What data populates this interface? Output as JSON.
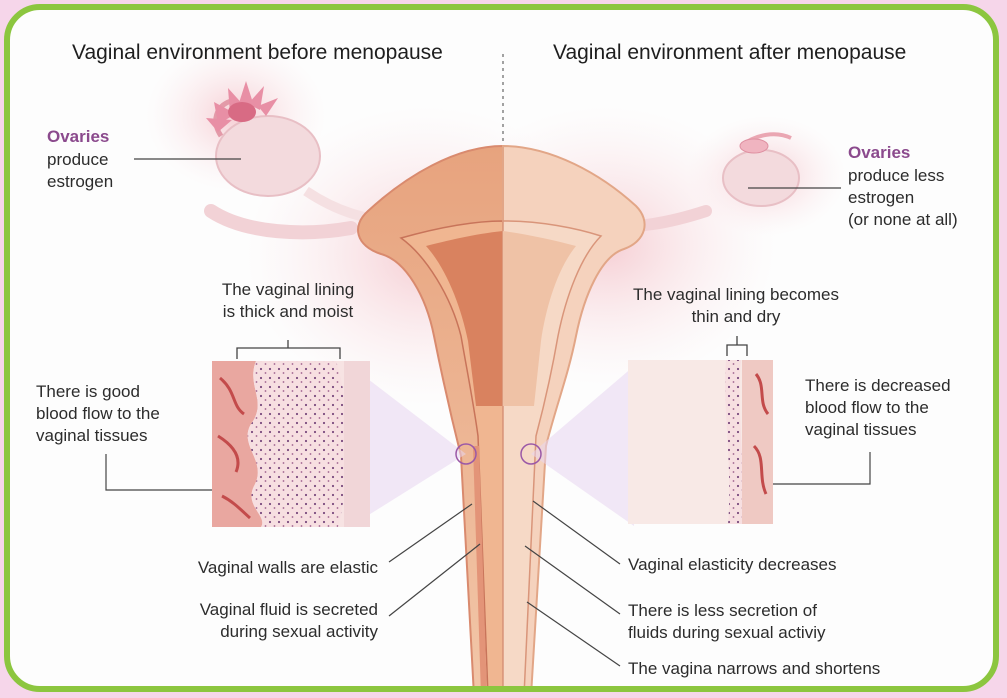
{
  "colors": {
    "frame": "#8cc63f",
    "page_background": "#f6d6ea",
    "panel_background": "#fdfdfd",
    "highlight_text": "#8b4a8d",
    "leader_lines": "#444444"
  },
  "left_panel": {
    "title": "Vaginal environment before menopause",
    "ovaries_label": "Ovaries",
    "ovaries_text_line1": "produce",
    "ovaries_text_line2": "estrogen",
    "lining_line1": "The vaginal lining",
    "lining_line2": "is thick and moist",
    "blood_line1": "There is good",
    "blood_line2": "blood flow to the",
    "blood_line3": "vaginal tissues",
    "walls_text": "Vaginal walls are elastic",
    "fluid_line1": "Vaginal fluid is secreted",
    "fluid_line2": "during sexual activity"
  },
  "right_panel": {
    "title": "Vaginal environment after menopause",
    "ovaries_label": "Ovaries",
    "ovaries_text_line1": "produce less",
    "ovaries_text_line2": "estrogen",
    "ovaries_text_line3": "(or none at all)",
    "lining_line1": "The vaginal lining becomes",
    "lining_line2": "thin and dry",
    "blood_line1": "There is decreased",
    "blood_line2": "blood flow to the",
    "blood_line3": "vaginal tissues",
    "elasticity_text": "Vaginal elasticity decreases",
    "secretion_line1": "There is less secretion of",
    "secretion_line2": "fluids during sexual activiy",
    "narrows_text": "The vagina narrows and shortens"
  }
}
